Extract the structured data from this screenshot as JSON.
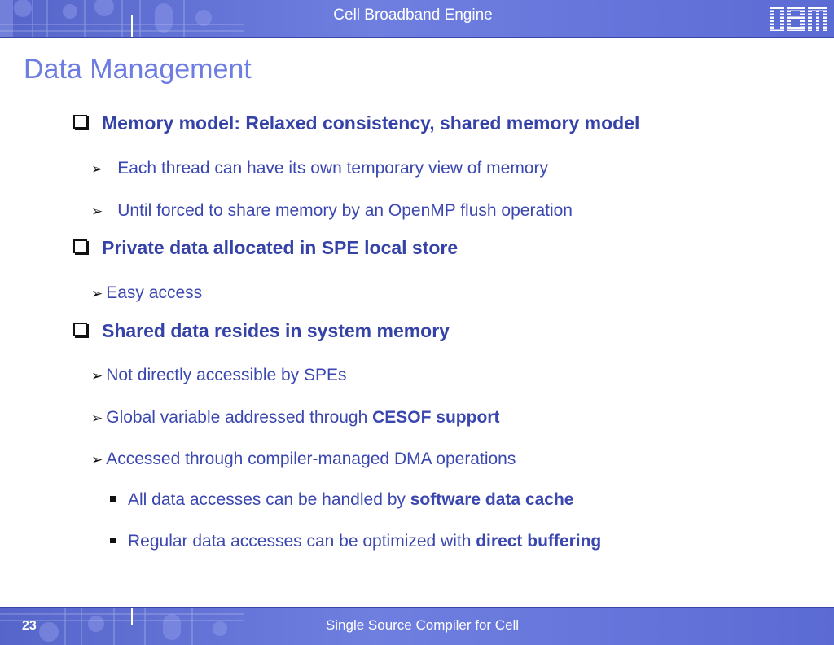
{
  "header": {
    "title": "Cell Broadband Engine",
    "logo_text": "IBM"
  },
  "slide": {
    "title": "Data Management",
    "bullets": [
      {
        "text": "Memory model: Relaxed consistency, shared memory model",
        "sub": [
          "Each thread can have its own temporary view of memory",
          "Until forced to share memory by an OpenMP flush operation"
        ]
      },
      {
        "text": "Private data allocated in SPE local store",
        "sub": [
          "Easy access"
        ]
      },
      {
        "text": "Shared data resides in system memory",
        "sub": [
          {
            "text": "Not directly accessible by SPEs"
          },
          {
            "text": "Global variable addressed through ",
            "bold": "CESOF support"
          },
          {
            "text": "Accessed through compiler-managed DMA operations",
            "sub": [
              {
                "text": "All data accesses can be handled by ",
                "bold": "software data cache"
              },
              {
                "text": "Regular data accesses can be optimized with ",
                "bold": "direct buffering"
              }
            ]
          }
        ]
      }
    ]
  },
  "footer": {
    "page_number": "23",
    "title": "Single Source Compiler for Cell"
  },
  "icons": {
    "level1": "checkbox-bullet-icon",
    "level2": "arrow-bullet-icon",
    "level3": "square-bullet-icon"
  },
  "colors": {
    "banner": "#5b6bd4",
    "title": "#6d7de2",
    "body_text": "#3b47b0"
  }
}
